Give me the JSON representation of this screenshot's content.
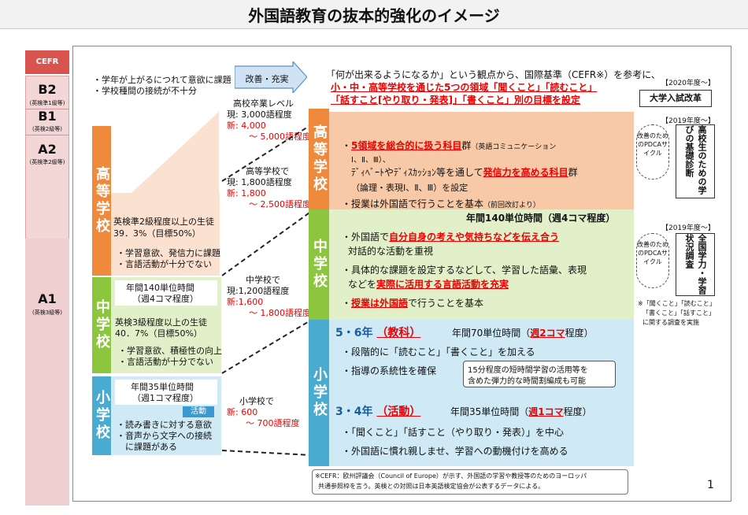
{
  "title": "外国語教育の抜本的強化のイメージ",
  "page_number": "1",
  "cefr": {
    "header": "CEFR",
    "levels": [
      {
        "code": "B2",
        "sub": "(英検準1級等)"
      },
      {
        "code": "B1",
        "sub": "(英検2級等)"
      },
      {
        "code": "A2",
        "sub": "(英検準2級等)"
      },
      {
        "code": "A1",
        "sub": "(英検3級等)"
      }
    ]
  },
  "issues": [
    "・学年が上がるにつれて意欲に課題",
    "・学校種間の接続が不十分"
  ],
  "improve_label": "改善・充実",
  "intro": {
    "line1": "「何が出来るようになるか」という観点から、国際基準（CEFR※）を参考に、",
    "line2": "小・中・高等学校を通じた5つの領域「聞くこと」「読むこと」",
    "line3": "「話すこと[やり取り・発表]」「書くこと」別の目標を設定"
  },
  "stages": {
    "high": "高等学校",
    "middle": "中学校",
    "elementary": "小学校"
  },
  "vocab": {
    "hs_grad_label": "高校卒業レベル",
    "hs_grad_now": "現: 3,000語程度",
    "hs_grad_new": "新: 4,000",
    "hs_grad_new2": "～ 5,000語程度",
    "hs_label": "高等学校で",
    "hs_now": "現: 1,800語程度",
    "hs_new": "新: 1,800",
    "hs_new2": "～ 2,500語程度",
    "ms_label": "中学校で",
    "ms_now": "現:1,200語程度",
    "ms_new": "新:1,600",
    "ms_new2": "～ 1,800語程度",
    "es_label": "小学校で",
    "es_new": "新: 600",
    "es_new2": "～ 700語程度"
  },
  "left": {
    "high_stat": "英検準2級程度以上の生徒",
    "high_pct": "39．3%（目標50%）",
    "high_issue1": "・学習意欲、発信力に課題",
    "high_issue2": "・言語活動が十分でない",
    "ms_hours": "年間140単位時間",
    "ms_hours2": "（週4コマ程度）",
    "ms_stat": "英検3級程度以上の生徒",
    "ms_pct": "40．7%（目標50%）",
    "ms_issue1": "・学習意欲、積極性の向上",
    "ms_issue2": "・言語活動が十分でない",
    "es_hours": "年間35単位時間",
    "es_hours2": "（週1コマ程度）",
    "es_tag": "活動",
    "es_issue1": "・読み書きに対する意欲",
    "es_issue2": "・音声から文字への接続",
    "es_issue3": "　に課題がある"
  },
  "right": {
    "h1a": "・",
    "h1b": "5領域を総合的に扱う科目",
    "h1c": "群",
    "h1d": "（英語コミュニケーション",
    "h1e": "Ⅰ、Ⅱ、Ⅲ）、",
    "h2a": "ﾃﾞｨﾍﾞｰﾄやﾃﾞｨｽｶｯｼｮﾝ等を通して",
    "h2b": "発信力を高める科目",
    "h2c": "群",
    "h2d": "（論理・表現Ⅰ、Ⅱ、Ⅲ）を設定",
    "h3": "・授業は外国語で行うことを基本",
    "h3b": "（前回改訂より）",
    "ms_hours": "年間140単位時間（週4コマ程度）",
    "m1a": "・外国語で",
    "m1b": "自分自身の考えや気持ちなどを伝え合う",
    "m1c": "対話的な活動を重視",
    "m2a": "・具体的な課題を設定するなどして、学習した語彙、表現",
    "m2b": "などを",
    "m2c": "実際に活用する言語活動を充実",
    "m3a": "・",
    "m3b": "授業は外国語",
    "m3c": "で行うことを基本",
    "e56": "5・6年",
    "e56subj": "（教科）",
    "e56hours_a": "年間70単位時間（",
    "e56hours_b": "週2コマ",
    "e56hours_c": "程度）",
    "e56_1": "・段階的に「読むこと」「書くこと」を加える",
    "e56_2": "・指導の系統性を確保",
    "e56_note1": "15分程度の短時間学習の活用等を",
    "e56_note2": "含めた弾力的な時間割編成も可能",
    "e34": "3・4年",
    "e34subj": "（活動）",
    "e34hours_a": "年間35単位時間（",
    "e34hours_b": "週1コマ",
    "e34hours_c": "程度）",
    "e34_1": "・「聞くこと」「話すこと（やり取り・発表）」を中心",
    "e34_2": "・外国語に慣れ親しませ、学習への動機付けを高める"
  },
  "far_right": {
    "y2020": "【2020年度～】",
    "univ": "大学入試改革",
    "y2019a": "【2019年度～】",
    "cycle1": "改善のためのPDCAサイクル",
    "diag": "高校生のための学びの基礎診断",
    "y2019b": "【2019年度～】",
    "cycle2": "改善のためのPDCAサイクル",
    "survey": "全国学力・学習状況調査",
    "survey_note1": "※「聞くこと」「読むこと」",
    "survey_note2": "「書くこと」「話すこと」",
    "survey_note3": "に関する調査を実施"
  },
  "footnote": {
    "line1": "※CEFR：欧州評議会（Council of Europe）が示す、外国語の学習や教授等のためのヨーロッパ",
    "line2": "共通参照枠を言う。英検との対照は日本英語検定協会が公表するデータによる。"
  }
}
